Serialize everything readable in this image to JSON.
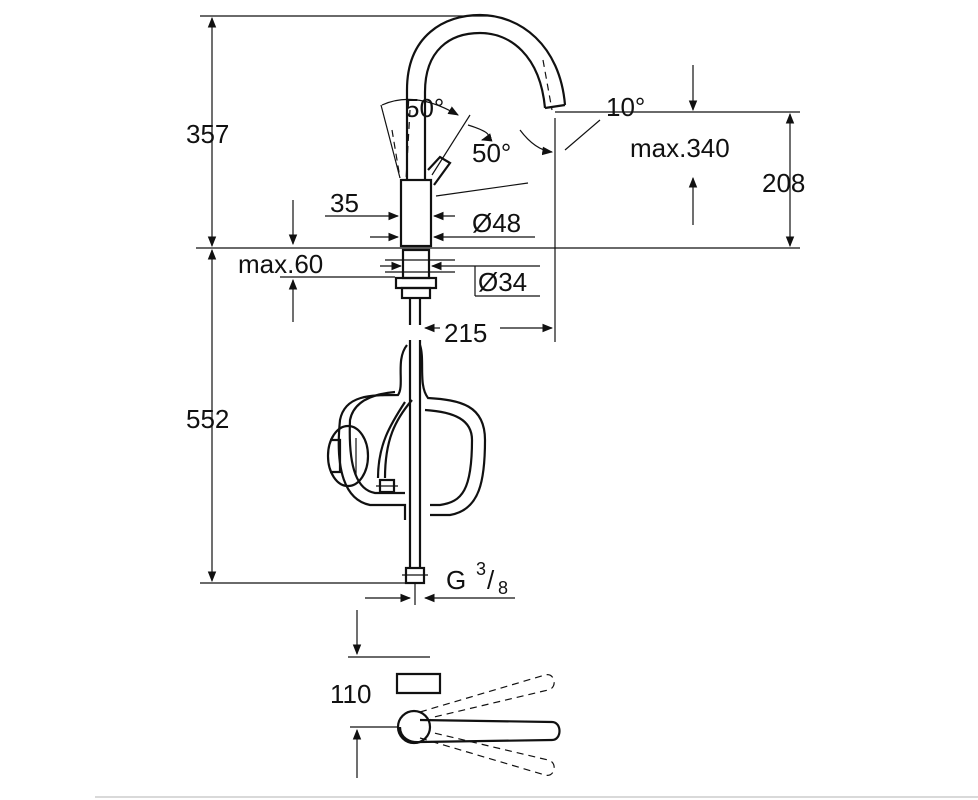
{
  "dimensions": {
    "height_upper": "357",
    "height_lower": "552",
    "spout_height": "208",
    "spout_height_max": "max.340",
    "lever_width": "35",
    "body_diameter": "Ø48",
    "hole_diameter": "Ø34",
    "deck_thickness": "max.60",
    "spout_reach": "215",
    "lever_angle_1": "50°",
    "lever_angle_2": "50°",
    "spout_angle": "10°",
    "connection_thread": "G",
    "connection_size_num": "3",
    "connection_size_den": "8",
    "top_view_depth": "110"
  }
}
